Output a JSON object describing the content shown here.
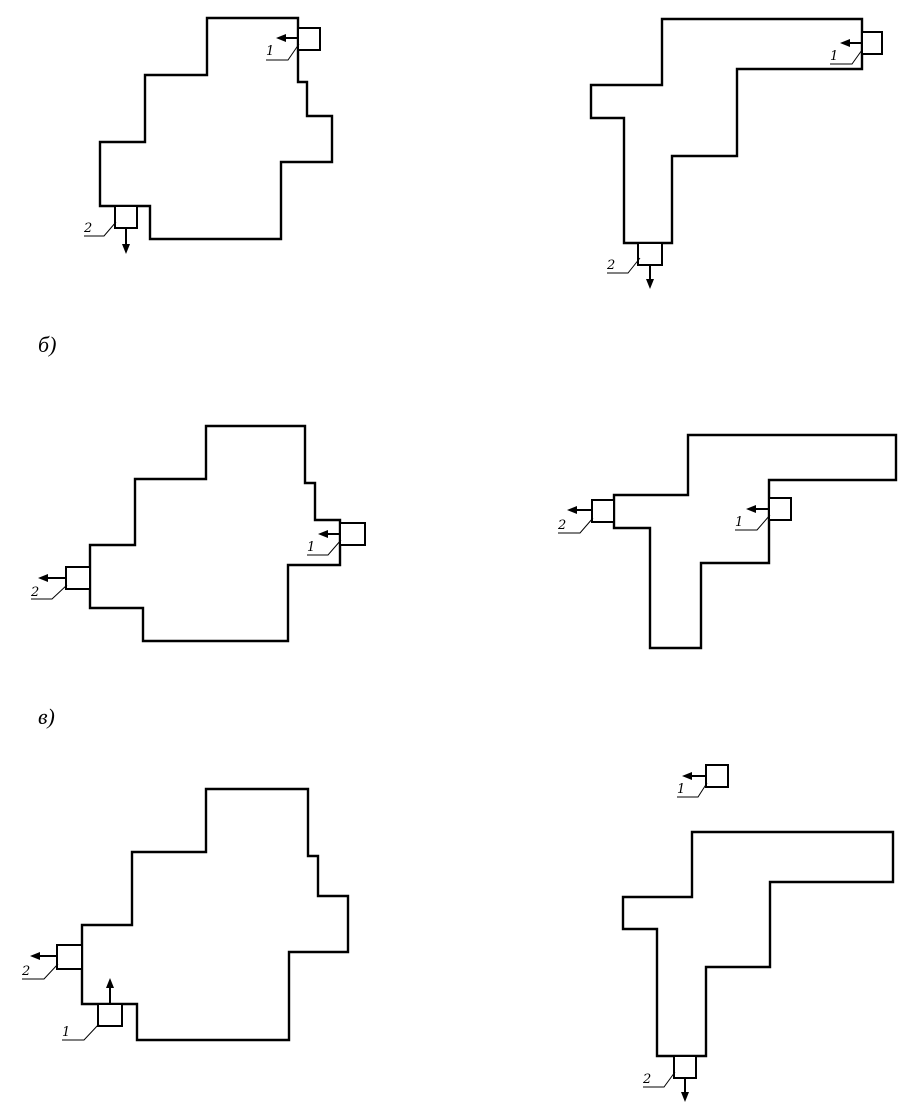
{
  "sections": [
    {
      "label": ""
    },
    {
      "label": "б)"
    },
    {
      "label": "в)"
    }
  ],
  "callouts": {
    "one": "1",
    "two": "2"
  },
  "colors": {
    "line": "#000000",
    "background": "#ffffff"
  }
}
